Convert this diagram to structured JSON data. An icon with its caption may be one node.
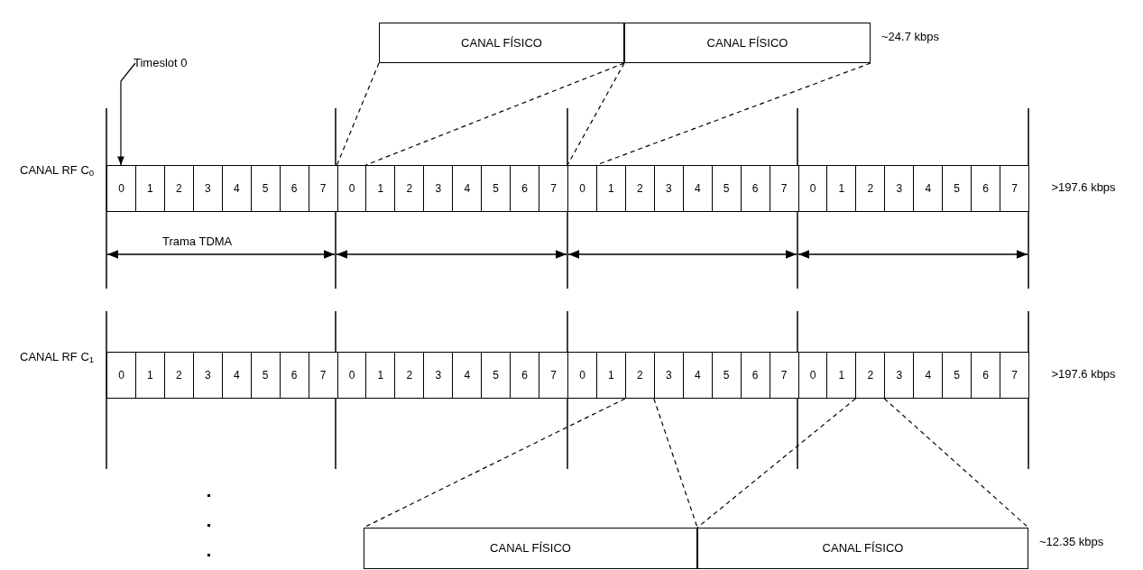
{
  "diagram": {
    "nodes": [
      {
        "text": [
          "CANAL FÍSICO"
        ]
      },
      {
        "text": [
          "CANAL FÍSICO"
        ],
        "beside": [
          "~24.7 kbps"
        ]
      },
      {
        "text": [
          "Timeslot 0"
        ]
      },
      {
        "text": [
          "0"
        ]
      },
      {
        "text": [
          "1"
        ]
      },
      {
        "text": [
          "2"
        ]
      },
      {
        "text": [
          "3"
        ]
      },
      {
        "text": [
          "4"
        ]
      },
      {
        "text": [
          "5"
        ]
      },
      {
        "text": [
          "6"
        ]
      },
      {
        "text": [
          "7"
        ]
      },
      {
        "text": [
          "0"
        ]
      },
      {
        "text": [
          "1"
        ]
      },
      {
        "text": [
          "2"
        ]
      },
      {
        "text": [
          "3"
        ]
      },
      {
        "text": [
          "4"
        ]
      },
      {
        "text": [
          "5"
        ]
      },
      {
        "text": [
          "6"
        ]
      },
      {
        "text": [
          "7"
        ]
      },
      {
        "text": [
          "0"
        ]
      },
      {
        "text": [
          "1"
        ]
      },
      {
        "text": [
          "2"
        ]
      },
      {
        "text": [
          "3"
        ]
      },
      {
        "text": [
          "4"
        ]
      },
      {
        "text": [
          "5"
        ]
      },
      {
        "text": [
          "6"
        ]
      },
      {
        "text": [
          "7"
        ]
      },
      {
        "text": [
          "0"
        ]
      },
      {
        "text": [
          "1"
        ]
      },
      {
        "text": [
          "2"
        ]
      },
      {
        "text": [
          "3"
        ]
      },
      {
        "text": [
          "4"
        ]
      },
      {
        "text": [
          "5"
        ]
      },
      {
        "text": [
          "6"
        ]
      },
      {
        "text": [
          "7"
        ]
      },
      {
        "text": [
          "0"
        ]
      },
      {
        "text": [
          "1"
        ]
      },
      {
        "text": [
          "2"
        ]
      },
      {
        "text": [
          "3"
        ]
      },
      {
        "text": [
          "4"
        ]
      },
      {
        "text": [
          "5"
        ]
      },
      {
        "text": [
          "6"
        ]
      },
      {
        "text": [
          "7"
        ]
      },
      {
        "text": [
          "0"
        ]
      },
      {
        "text": [
          "1"
        ]
      },
      {
        "text": [
          "2"
        ]
      },
      {
        "text": [
          "3"
        ]
      },
      {
        "text": [
          "4"
        ]
      },
      {
        "text": [
          "5"
        ]
      },
      {
        "text": [
          "6"
        ]
      },
      {
        "text": [
          "7"
        ]
      },
      {
        "text": [
          "0"
        ]
      },
      {
        "text": [
          "1"
        ]
      },
      {
        "text": [
          "2"
        ]
      },
      {
        "text": [
          "3"
        ]
      },
      {
        "text": [
          "4"
        ]
      },
      {
        "text": [
          "5"
        ]
      },
      {
        "text": [
          "6"
        ]
      },
      {
        "text": [
          "7"
        ]
      },
      {
        "text": [
          "0"
        ]
      },
      {
        "text": [
          "1"
        ]
      },
      {
        "text": [
          "2"
        ]
      },
      {
        "text": [
          "3"
        ]
      },
      {
        "text": [
          "4"
        ]
      },
      {
        "text": [
          "5"
        ]
      },
      {
        "text": [
          "6"
        ]
      },
      {
        "text": [
          "7"
        ]
      },
      {
        "text": [
          "CANAL FÍSICO"
        ]
      },
      {
        "text": [
          "CANAL FÍSICO"
        ],
        "beside": [
          "~12.35 kbps"
        ]
      }
    ],
    "edges": [
      {
        "from": 0,
        "to": 11,
        "arrow": "none",
        "style": "dashed"
      },
      {
        "from": 0,
        "to": 11,
        "arrow": "none",
        "style": "dashed"
      },
      {
        "from": 1,
        "to": 19,
        "arrow": "none",
        "style": "dashed"
      },
      {
        "from": 1,
        "to": 19,
        "arrow": "none",
        "style": "dashed"
      },
      {
        "from": 2,
        "to": 3,
        "arrow": "to"
      },
      {
        "from": 53,
        "to": 67,
        "arrow": "none",
        "style": "dashed"
      },
      {
        "from": 53,
        "to": 67,
        "arrow": "none",
        "style": "dashed"
      },
      {
        "from": 61,
        "to": 68,
        "arrow": "none",
        "style": "dashed"
      },
      {
        "from": 61,
        "to": 68,
        "arrow": "none",
        "style": "dashed"
      }
    ],
    "labels": [
      "CANAL RF C$_{0}$",
      ">197.6 kbps",
      "Trama TDMA",
      "CANAL RF C$_{1}$",
      ">197.6 kbps"
    ]
  }
}
